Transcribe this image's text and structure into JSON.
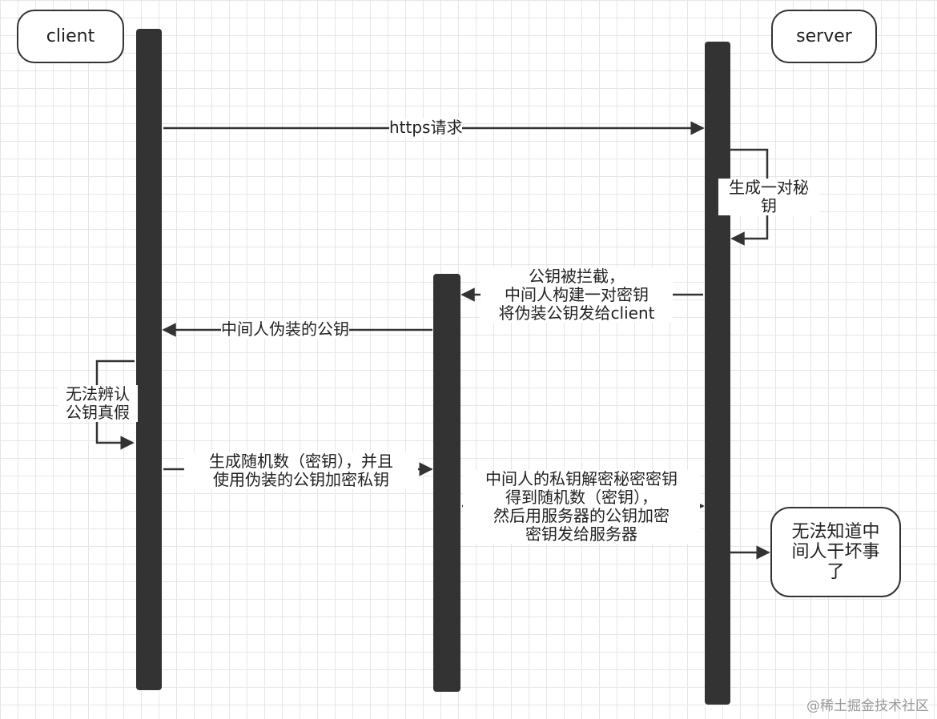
{
  "actors": {
    "client": "client",
    "server": "server"
  },
  "messages": {
    "https_request": "https请求",
    "generate_keypair": "生成一对秘\n钥",
    "intercept": "公钥被拦截，\n中间人构建一对密钥\n将伪装公钥发给client",
    "fake_pubkey": "中间人伪装的公钥",
    "cannot_verify": "无法辨认\n公钥真假",
    "gen_random": "生成随机数（密钥），并且\n使用伪装的公钥加密私钥",
    "mitm_decrypt": "中间人的私钥解密秘密密钥\n得到随机数（密钥），\n然后用服务器的公钥加密\n密钥发给服务器"
  },
  "note": "无法知道中\n间人干坏事\n了",
  "watermark": "@稀土掘金技术社区",
  "colors": {
    "line": "#333333",
    "grid": "#e6e6e6"
  }
}
